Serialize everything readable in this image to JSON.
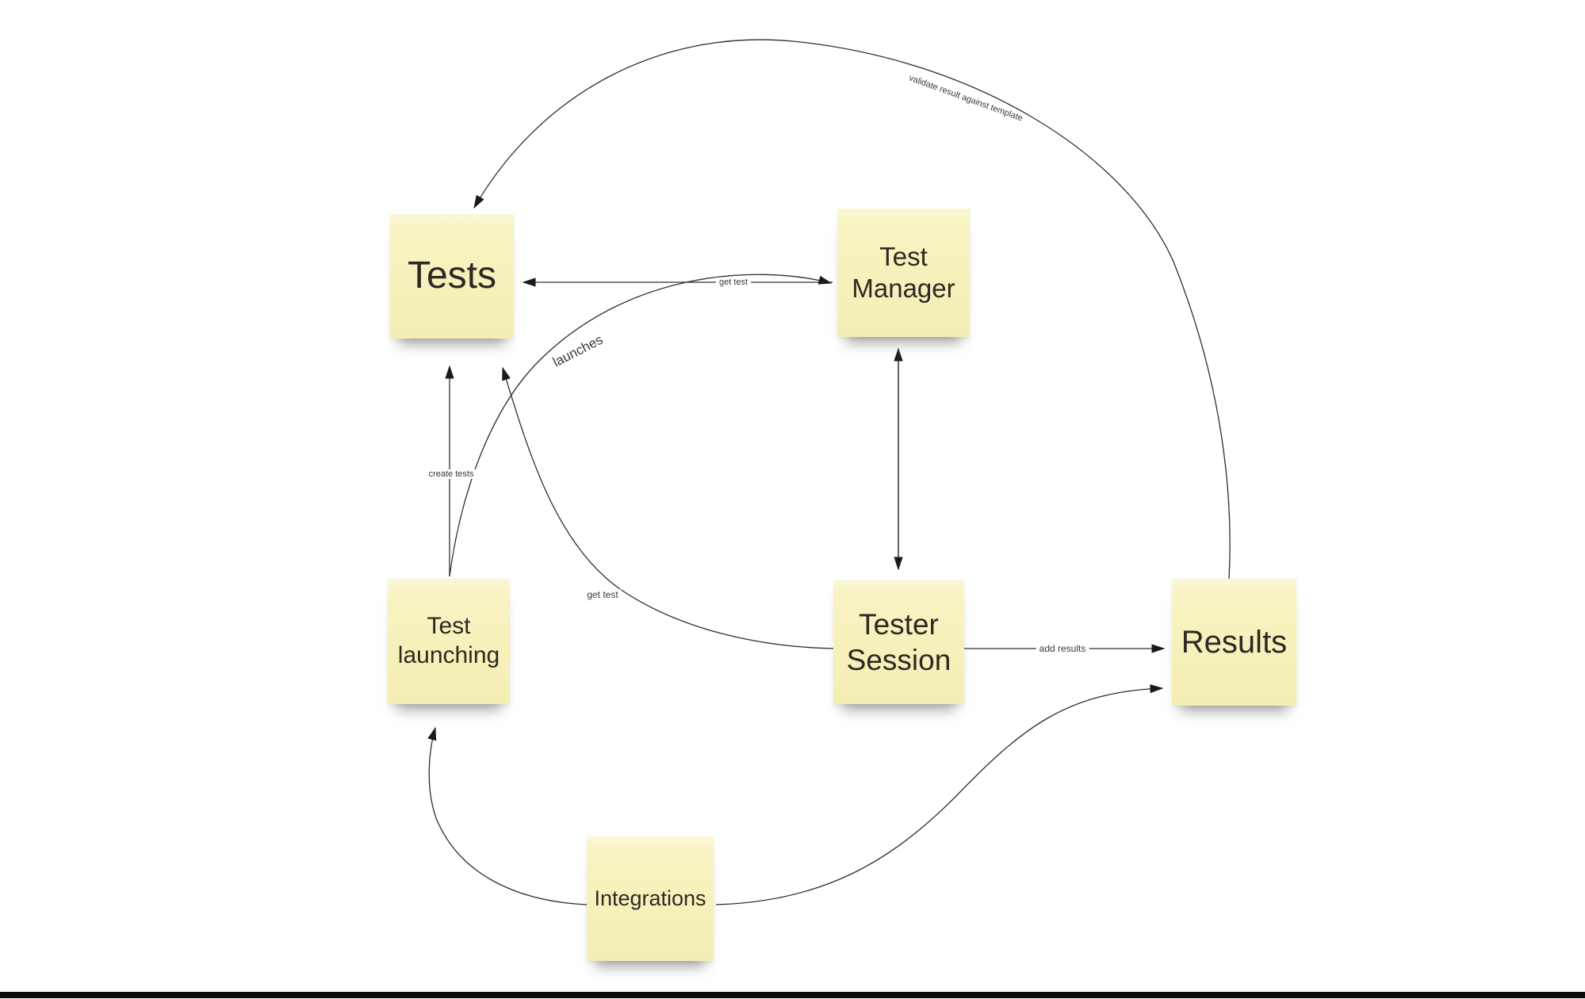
{
  "diagram": {
    "notes": {
      "tests": {
        "label": "Tests"
      },
      "test_manager": {
        "label": "Test Manager"
      },
      "test_launching": {
        "label": "Test launching"
      },
      "tester_session": {
        "label": "Tester Session"
      },
      "results": {
        "label": "Results"
      },
      "integrations": {
        "label": "Integrations"
      }
    },
    "edges": {
      "validate": {
        "label": "validate result against template",
        "from": "Results",
        "to": "Tests"
      },
      "get_test_top": {
        "label": "get test",
        "from": "Test Manager",
        "to": "Tests"
      },
      "launches": {
        "label": "launches",
        "from": "Test launching",
        "to": "Test Manager"
      },
      "create_tests": {
        "label": "create tests",
        "from": "Test launching",
        "to": "Tests"
      },
      "manager_session_link": {
        "label": "",
        "from": "Test Manager",
        "to": "Tester Session",
        "bidirectional": true
      },
      "get_test_bottom": {
        "label": "get test",
        "from": "Tester Session",
        "to": "Tests"
      },
      "add_results": {
        "label": "add results",
        "from": "Tester Session",
        "to": "Results"
      },
      "integrations_results": {
        "label": "",
        "from": "Integrations",
        "to": "Results"
      },
      "integrations_launching": {
        "label": "",
        "from": "Integrations",
        "to": "Test launching"
      }
    },
    "colors": {
      "background": "#ffffff",
      "note_fill": "#f6f1ba",
      "note_text": "#2c2922",
      "line": "#2e2e2e",
      "arrowhead": "#1a1a1a",
      "label_text": "#3a3a3a",
      "bottom_bar": "#0b0b0b"
    }
  }
}
